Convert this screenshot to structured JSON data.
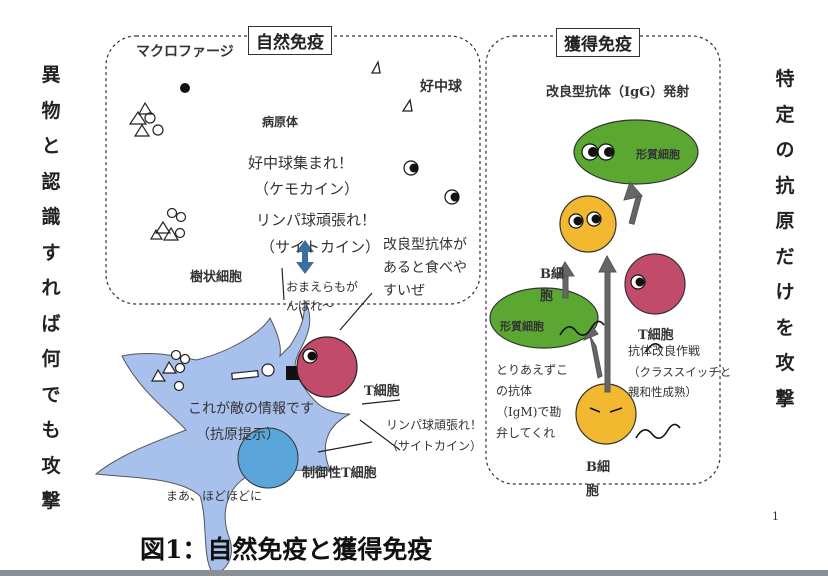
{
  "left_vertical": "異物と認識すれば何でも攻撃",
  "right_vertical": "特定の抗原だけを攻撃",
  "innate": {
    "title": "自然免疫",
    "macrophage": "マクロファージ",
    "neutrophil": "好中球",
    "pathogen": "病原体",
    "dendritic": "樹状細胞",
    "gather_line1": "好中球集まれ！",
    "gather_line2": "（ケモカイン）",
    "lymph_line1": "リンパ球頑張れ！",
    "lymph_line2": "（サイトカイン）",
    "improved_ab": "改良型抗体があると食べやすいぜ",
    "you_too": "おまえらもがんばれ〜"
  },
  "acquired": {
    "title": "獲得免疫",
    "igg_label": "改良型抗体（IgG）発射",
    "plasma_top": "形質細胞",
    "plasma_left": "形質細胞",
    "b_cell_mid": "B細胞",
    "t_cell_right": "T細胞",
    "ab_improve": "抗体改良作戦",
    "ab_improve_sub": "（クラススイッチと親和性成熟）",
    "igm": "とりあえずこの抗体（IgM)で勘弁してくれ",
    "b_cell_bottom": "B細胞"
  },
  "lower": {
    "enemy_info1": "これが敵の情報です",
    "enemy_info2": "（抗原提示）",
    "t_cell": "T細胞",
    "lymph_line1": "リンパ球頑張れ！",
    "lymph_line2": "（サイトカイン）",
    "regulatory": "制御性T細胞",
    "moderate": "まあ、ほどほどに"
  },
  "figure_caption": "図1：自然免疫と獲得免疫",
  "page_number": "1",
  "colors": {
    "plasma_green": "#5aa832",
    "b_yellow": "#f2b830",
    "t_pink": "#c24b6c",
    "dendritic_blue": "#a8c0ec",
    "regulatory_blue": "#5aa6da",
    "arrow_gray": "#666666",
    "double_arrow": "#3a6fa0"
  }
}
